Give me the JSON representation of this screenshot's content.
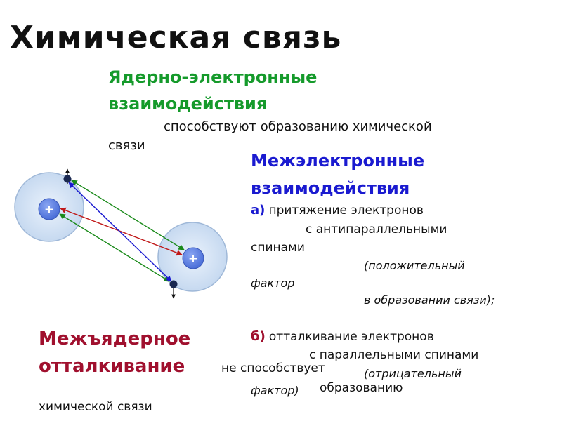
{
  "title": "Химическая связь",
  "nuclear_electron": {
    "heading_line1": "Ядерно-электронные",
    "heading_line2": "взаимодействия",
    "text_line1": "способствуют образованию химической",
    "text_line2": "связи"
  },
  "interelectron": {
    "heading_line1": "Межэлектронные",
    "heading_line2": "взаимодействия",
    "a_marker": "а)",
    "a_line1": "притяжение электронов",
    "a_line2": "с антипараллельными",
    "a_line3": "спинами",
    "a_note_line1": "(положительный",
    "a_note_line2": "фактор",
    "a_note_line3": "в образовании связи);",
    "b_marker": "б)",
    "b_line1": "отталкивание электронов",
    "b_line2": "с параллельными спинами",
    "b_note_line1": "(отрицательный",
    "b_note_line2": "фактор)",
    "b_tail": "образованию"
  },
  "internuclear": {
    "heading_line1": "Межъядерное",
    "heading_line2": "отталкивание",
    "text_inline": "не способствует",
    "text_line2": "химической связи"
  },
  "diagram": {
    "nucleus_symbol": "+",
    "colors": {
      "attraction_green": "#1a8a1a",
      "repulsion_blue": "#1a1ad0",
      "nuclear_red": "#c01818",
      "atom_fill": "#cfe0f5",
      "nucleus_fill": "#5b7fe0"
    }
  }
}
